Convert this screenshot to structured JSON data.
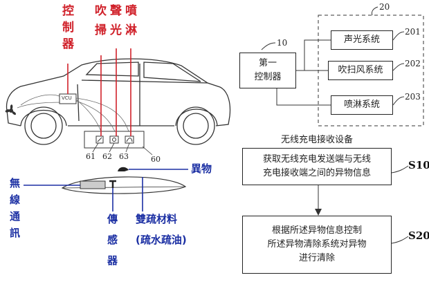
{
  "left_figure": {
    "red_labels": [
      {
        "chars": [
          "控",
          "制",
          "器"
        ]
      },
      {
        "chars": [
          "吹",
          "掃"
        ]
      },
      {
        "chars": [
          "聲",
          "光"
        ]
      },
      {
        "chars": [
          "噴",
          "淋"
        ]
      }
    ],
    "vcu_label": "VCU",
    "part_numbers": [
      "61",
      "62",
      "63",
      "60"
    ],
    "foreign_object_label": "異物",
    "wireless_chars": [
      "無",
      "線",
      "通",
      "訊"
    ],
    "sensor_chars": [
      "傳",
      "感",
      "器"
    ],
    "material_label": "雙疏材料",
    "material_note": "(疏水疏油)"
  },
  "right_figure": {
    "group_number": "20",
    "controller": {
      "number": "10",
      "line1": "第一",
      "line2": "控制器"
    },
    "systems": [
      {
        "label": "声光系统",
        "number": "201"
      },
      {
        "label": "吹扫风系统",
        "number": "202"
      },
      {
        "label": "喷淋系统",
        "number": "203"
      }
    ],
    "device_caption": "无线充电接收设备",
    "steps": [
      {
        "id": "S10",
        "lines": [
          "获取无线充电发送端与无线",
          "充电接收端之间的异物信息"
        ]
      },
      {
        "id": "S20",
        "lines": [
          "根据所述异物信息控制",
          "所述异物清除系统对异物",
          "进行清除"
        ]
      }
    ]
  }
}
